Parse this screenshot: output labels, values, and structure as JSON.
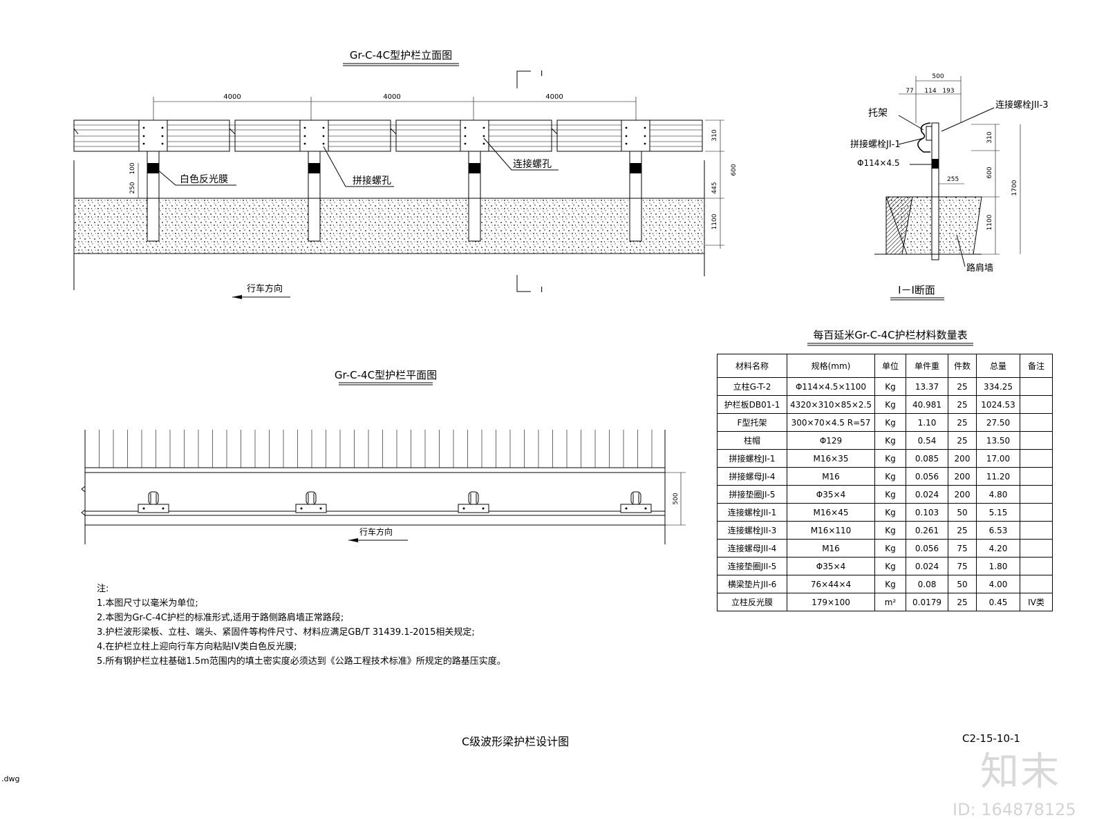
{
  "elevation": {
    "title": "Gr-C-4C型护栏立面图",
    "dims_top": [
      "4000",
      "4000",
      "4000"
    ],
    "dim_right_rail": "310",
    "dim_right_post": "600",
    "dim_right_445": "445",
    "dim_right_ground": "1100",
    "dim_left_100": "100",
    "dim_left_250": "250",
    "label_reflector": "白色反光膜",
    "label_splice_hole": "拼接螺孔",
    "label_connect_hole": "连接螺孔",
    "direction": "行车方向",
    "section_mark": "I"
  },
  "section": {
    "title": "I－I断面",
    "dim_top_500": "500",
    "dim_top_a": "77",
    "dim_top_b": "114",
    "dim_top_c": "193",
    "dim_310": "310",
    "dim_600": "600",
    "dim_1700": "1700",
    "dim_1100": "1100",
    "dim_255": "255",
    "label_bracket": "托架",
    "label_splice_bolt": "拼接螺栓JI-1",
    "label_pipe": "Φ114×4.5",
    "label_connect_bolt": "连接螺栓JII-3",
    "label_wall": "路肩墙"
  },
  "plan": {
    "title": "Gr-C-4C型护栏平面图",
    "dim_500": "500",
    "direction": "行车方向"
  },
  "table": {
    "title": "每百延米Gr-C-4C护栏材料数量表",
    "headers": [
      "材料名称",
      "规格(mm)",
      "单位",
      "单件重",
      "件数",
      "总量",
      "备注"
    ],
    "rows": [
      [
        "立柱G-T-2",
        "Φ114×4.5×1100",
        "Kg",
        "13.37",
        "25",
        "334.25",
        ""
      ],
      [
        "护栏板DB01-1",
        "4320×310×85×2.5",
        "Kg",
        "40.981",
        "25",
        "1024.53",
        ""
      ],
      [
        "F型托架",
        "300×70×4.5 R=57",
        "Kg",
        "1.10",
        "25",
        "27.50",
        ""
      ],
      [
        "柱帽",
        "Φ129",
        "Kg",
        "0.54",
        "25",
        "13.50",
        ""
      ],
      [
        "拼接螺栓JI-1",
        "M16×35",
        "Kg",
        "0.085",
        "200",
        "17.00",
        ""
      ],
      [
        "拼接螺母JI-4",
        "M16",
        "Kg",
        "0.056",
        "200",
        "11.20",
        ""
      ],
      [
        "拼接垫圈JI-5",
        "Φ35×4",
        "Kg",
        "0.024",
        "200",
        "4.80",
        ""
      ],
      [
        "连接螺栓JII-1",
        "M16×45",
        "Kg",
        "0.103",
        "50",
        "5.15",
        ""
      ],
      [
        "连接螺栓JII-3",
        "M16×110",
        "Kg",
        "0.261",
        "25",
        "6.53",
        ""
      ],
      [
        "连接螺母JII-4",
        "M16",
        "Kg",
        "0.056",
        "75",
        "4.20",
        ""
      ],
      [
        "连接垫圈JII-5",
        "Φ35×4",
        "Kg",
        "0.024",
        "75",
        "1.80",
        ""
      ],
      [
        "横梁垫片JII-6",
        "76×44×4",
        "Kg",
        "0.08",
        "50",
        "4.00",
        ""
      ],
      [
        "立柱反光膜",
        "179×100",
        "m²",
        "0.0179",
        "25",
        "0.45",
        "IV类"
      ]
    ]
  },
  "notes": [
    "注:",
    "1.本图尺寸以毫米为单位;",
    "2.本图为Gr-C-4C护栏的标准形式,适用于路侧路肩墙正常路段;",
    "3.护栏波形梁板、立柱、端头、紧固件等构件尺寸、材料应满足GB/T 31439.1-2015相关规定;",
    "4.在护栏立柱上迎向行车方向粘贴IV类白色反光膜;",
    "5.所有钢护栏立柱基础1.5m范围内的填土密实度必须达到《公路工程技术标准》所规定的路基压实度。"
  ],
  "footer": {
    "title": "C级波形梁护栏设计图",
    "drawing_no": "C2-15-10-1",
    "file_ext": ".dwg"
  },
  "watermark": {
    "logo": "知末",
    "id": "ID: 164878125"
  }
}
